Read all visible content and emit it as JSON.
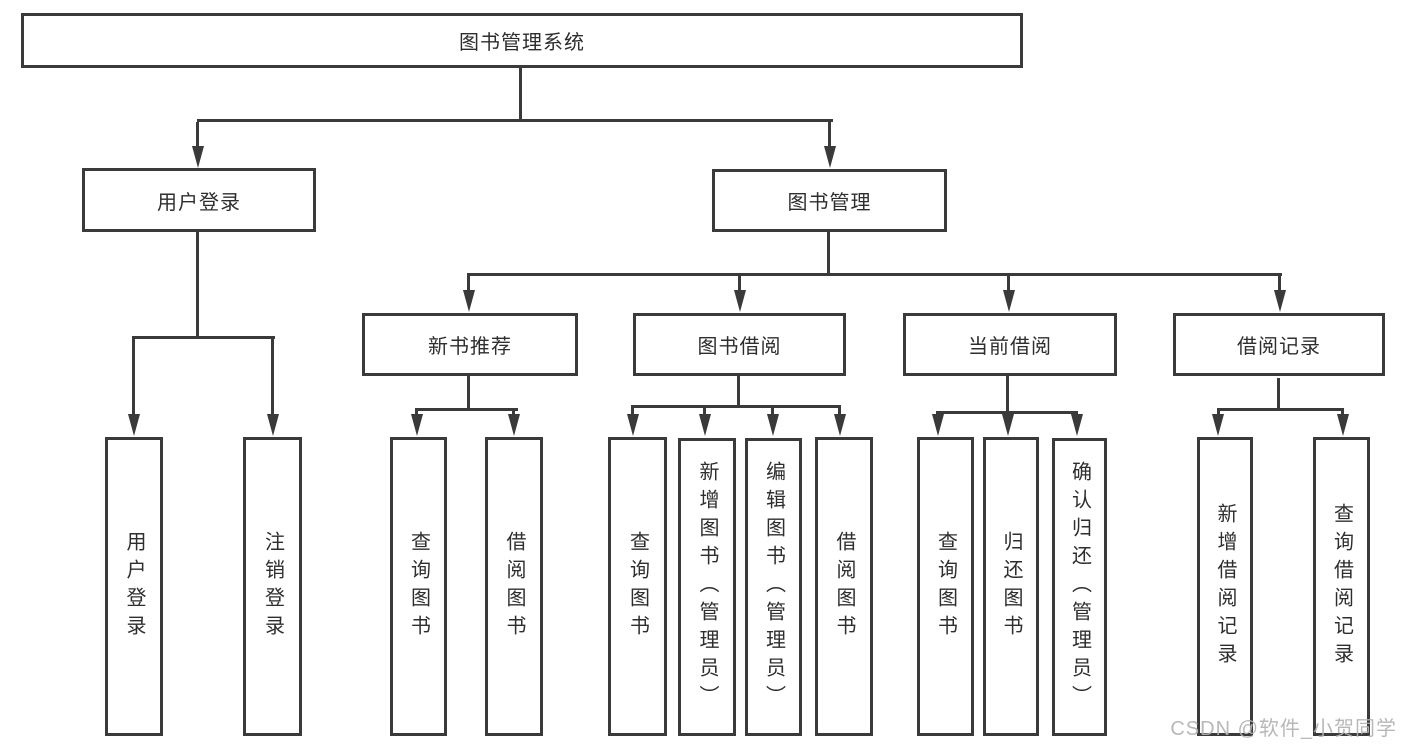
{
  "diagram_title": "图书管理系统",
  "watermark": "CSDN @软件_小贺同学",
  "colors": {
    "background": "#ffffff",
    "line": "#3a3a3a",
    "text": "#2e2e2e",
    "watermark": "#b2b2b2"
  },
  "nodes": {
    "root": {
      "label": "图书管理系统"
    },
    "user_login": {
      "label": "用户登录"
    },
    "book_mgmt": {
      "label": "图书管理"
    },
    "new_book_rec": {
      "label": "新书推荐"
    },
    "book_borrow": {
      "label": "图书借阅"
    },
    "current_borrow": {
      "label": "当前借阅"
    },
    "borrow_records": {
      "label": "借阅记录"
    },
    "leaf_user_login": {
      "label": "用户登录"
    },
    "leaf_logout": {
      "label": "注销登录"
    },
    "rec_query_book": {
      "label": "查询图书"
    },
    "rec_borrow_book": {
      "label": "借阅图书"
    },
    "bor_query_book": {
      "label": "查询图书"
    },
    "bor_add_book": {
      "label": "新增图书（管理员）"
    },
    "bor_edit_book": {
      "label": "编辑图书（管理员）"
    },
    "bor_borrow_book": {
      "label": "借阅图书"
    },
    "cur_query_book": {
      "label": "查询图书"
    },
    "cur_return_book": {
      "label": "归还图书"
    },
    "cur_confirm_return": {
      "label": "确认归还（管理员）"
    },
    "rcd_add_record": {
      "label": "新增借阅记录"
    },
    "rcd_query_record": {
      "label": "查询借阅记录"
    }
  },
  "hierarchy": [
    {
      "parent": "图书管理系统",
      "children": [
        "用户登录",
        "图书管理"
      ]
    },
    {
      "parent": "用户登录",
      "children": [
        "用户登录",
        "注销登录"
      ]
    },
    {
      "parent": "图书管理",
      "children": [
        "新书推荐",
        "图书借阅",
        "当前借阅",
        "借阅记录"
      ]
    },
    {
      "parent": "新书推荐",
      "children": [
        "查询图书",
        "借阅图书"
      ]
    },
    {
      "parent": "图书借阅",
      "children": [
        "查询图书",
        "新增图书（管理员）",
        "编辑图书（管理员）",
        "借阅图书"
      ]
    },
    {
      "parent": "当前借阅",
      "children": [
        "查询图书",
        "归还图书",
        "确认归还（管理员）"
      ]
    },
    {
      "parent": "借阅记录",
      "children": [
        "新增借阅记录",
        "查询借阅记录"
      ]
    }
  ]
}
